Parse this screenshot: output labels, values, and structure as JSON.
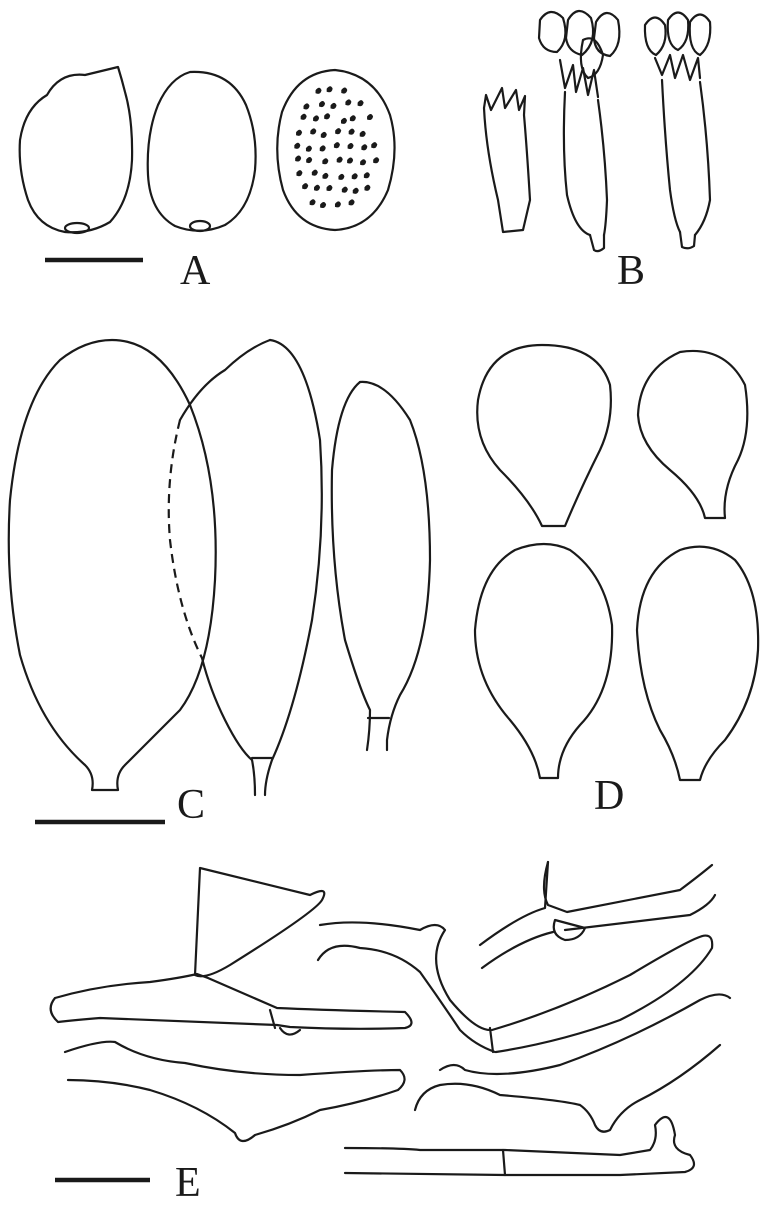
{
  "panels": {
    "A": {
      "label": "A"
    },
    "B": {
      "label": "B"
    },
    "C": {
      "label": "C"
    },
    "D": {
      "label": "D"
    },
    "E": {
      "label": "E"
    }
  },
  "colors": {
    "ink": "#1a1a1a",
    "paper": "#ffffff"
  }
}
